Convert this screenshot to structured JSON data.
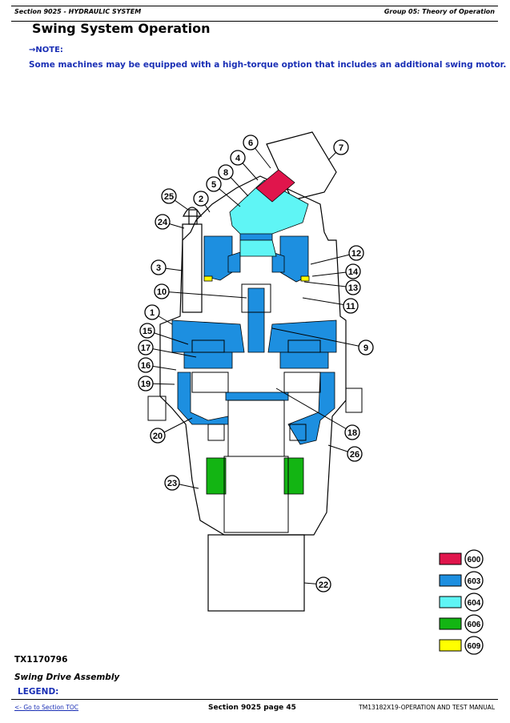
{
  "header": {
    "section": "Section 9025 - HYDRAULIC SYSTEM",
    "group": "Group 05: Theory of Operation"
  },
  "title": "Swing System Operation",
  "note": {
    "label": "→NOTE:",
    "text": "Some machines may be equipped with a high-torque option that includes an additional swing motor."
  },
  "figure": {
    "id": "TX1170796",
    "caption": "Swing Drive Assembly",
    "legend_label": "LEGEND:",
    "callouts": [
      "1",
      "2",
      "3",
      "4",
      "5",
      "6",
      "7",
      "8",
      "9",
      "10",
      "11",
      "12",
      "13",
      "14",
      "15",
      "16",
      "17",
      "18",
      "19",
      "20",
      "22",
      "23",
      "24",
      "25",
      "26"
    ],
    "legend": [
      {
        "code": "600",
        "color": "#e0154c"
      },
      {
        "code": "603",
        "color": "#1d8fe0"
      },
      {
        "code": "604",
        "color": "#5ff5f5"
      },
      {
        "code": "606",
        "color": "#13b513"
      },
      {
        "code": "609",
        "color": "#ffff00"
      }
    ]
  },
  "footer": {
    "toc_link": "<- Go to Section TOC",
    "page": "Section 9025 page 45",
    "manual": "TM13182X19-OPERATION AND TEST MANUAL"
  }
}
